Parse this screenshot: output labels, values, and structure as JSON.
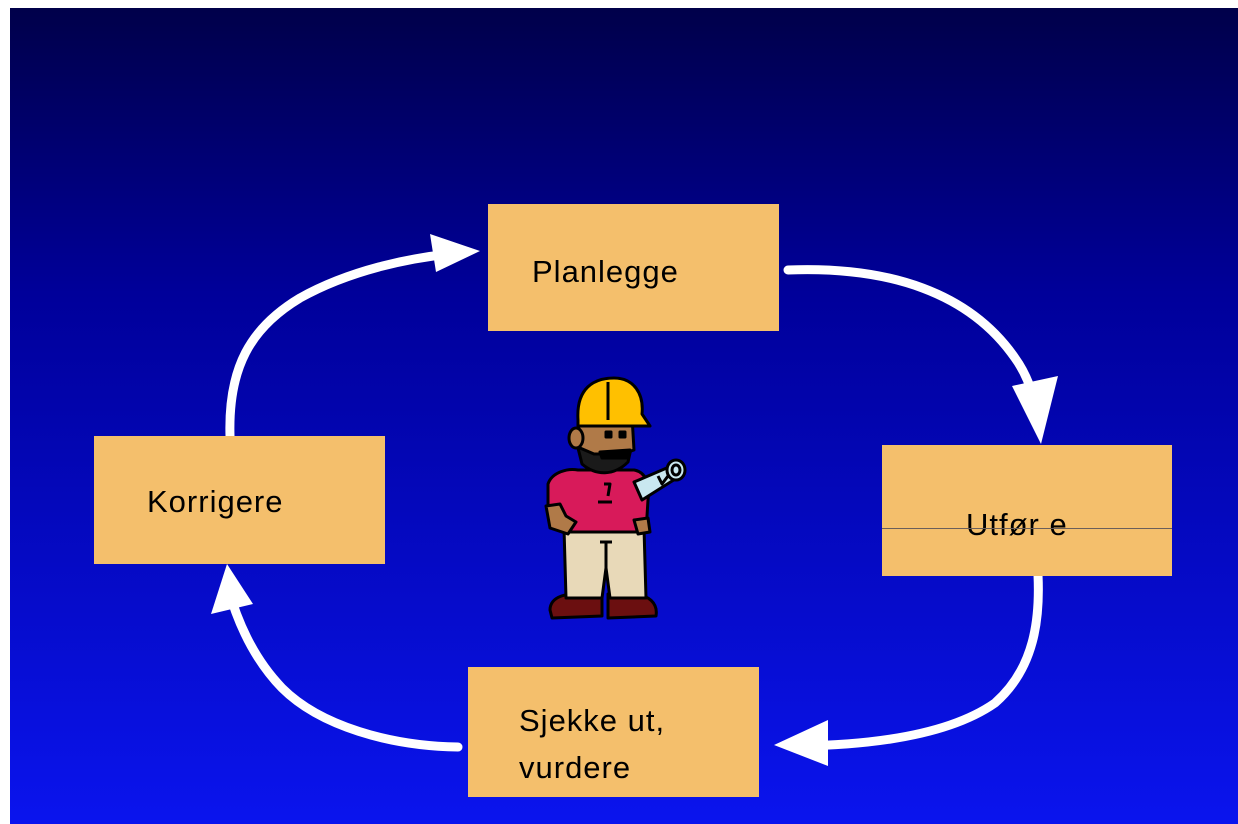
{
  "cycle": {
    "plan": "Planlegge",
    "execute": "Utfør e",
    "check": "Sjekke ut,\nvurdere",
    "correct": "Korrigere"
  },
  "colors": {
    "background_top": "#00004a",
    "background_bottom": "#0a14ee",
    "box_fill": "#f4bf6c",
    "arrow": "#ffffff",
    "helmet": "#ffc000",
    "shirt": "#d81a5a",
    "trousers": "#e8d9b8"
  },
  "icons": {
    "center_figure": "construction-worker-with-blueprint-icon"
  }
}
